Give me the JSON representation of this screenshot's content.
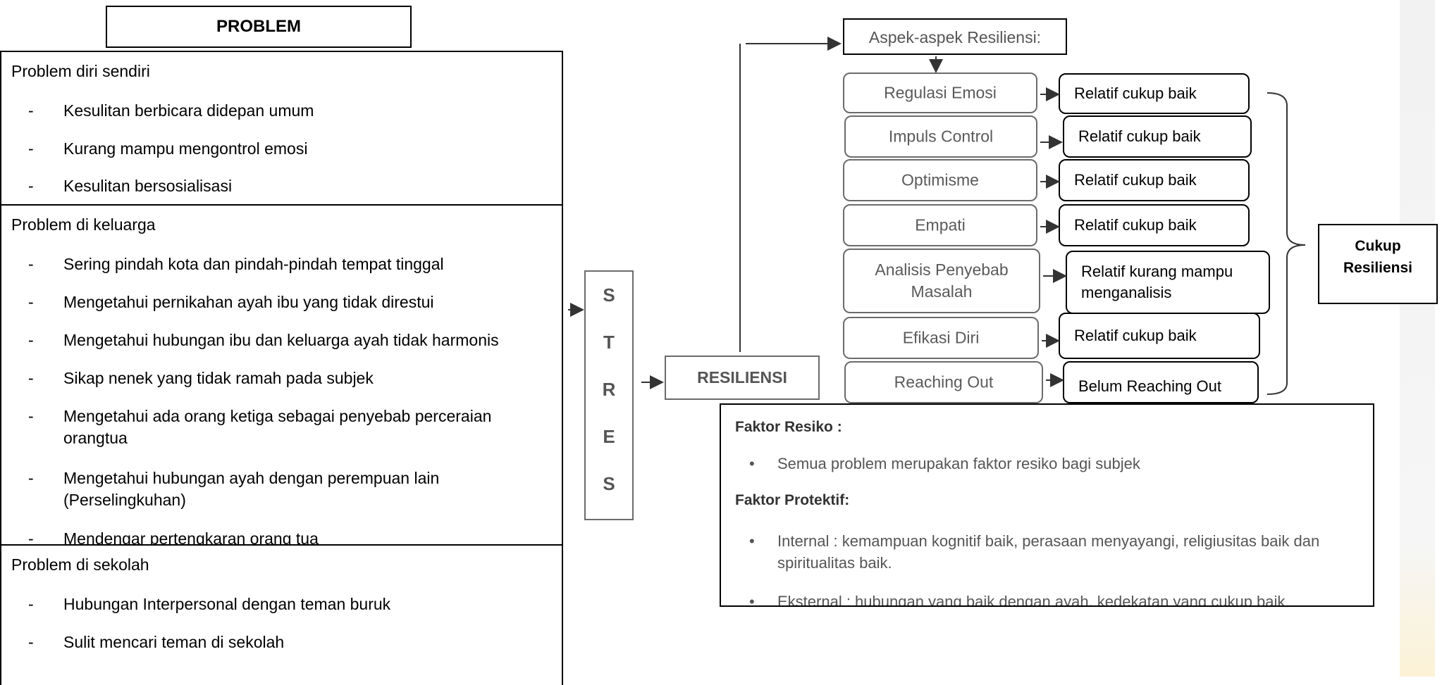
{
  "problem_header": "PROBLEM",
  "sections": [
    {
      "title": "Problem diri sendiri",
      "items": [
        "Kesulitan berbicara didepan umum",
        "Kurang mampu mengontrol emosi",
        "Kesulitan bersosialisasi"
      ]
    },
    {
      "title": "Problem di keluarga",
      "items": [
        "Sering pindah kota dan pindah-pindah tempat tinggal",
        "Mengetahui pernikahan ayah ibu yang tidak direstui",
        "Mengetahui hubungan ibu dan keluarga ayah tidak harmonis",
        "Sikap nenek yang tidak ramah pada subjek",
        "Mengetahui ada orang ketiga sebagai penyebab perceraian orangtua",
        "Mengetahui hubungan ayah dengan perempuan lain (Perselingkuhan)",
        "Mendengar pertengkaran orang tua"
      ]
    },
    {
      "title": "Problem di sekolah",
      "items": [
        "Hubungan Interpersonal dengan teman buruk",
        "Sulit mencari teman di sekolah"
      ]
    }
  ],
  "stres_letters": [
    "S",
    "T",
    "R",
    "E",
    "S"
  ],
  "resiliensi_label": "RESILIENSI",
  "aspek_header": "Aspek-aspek Resiliensi:",
  "aspects": [
    {
      "name": "Regulasi Emosi",
      "value": "Relatif  cukup baik"
    },
    {
      "name": "Impuls Control",
      "value": "Relatif  cukup baik"
    },
    {
      "name": "Optimisme",
      "value": "Relatif cukup baik"
    },
    {
      "name": "Empati",
      "value": "Relatif cukup baik"
    },
    {
      "name": "Analisis Penyebab Masalah",
      "value": "Relatif  kurang mampu menganalisis"
    },
    {
      "name": "Efikasi Diri",
      "value": "Relatif cukup baik"
    },
    {
      "name": "Reaching Out",
      "value": "Belum Reaching Out"
    }
  ],
  "conclusion": "Cukup Resiliensi",
  "factors": {
    "resiko_title": "Faktor Resiko :",
    "resiko_items": [
      "Semua problem merupakan faktor resiko bagi subjek"
    ],
    "protektif_title": "Faktor Protektif:",
    "protektif_items": [
      "Internal : kemampuan kognitif baik, perasaan menyayangi, religiusitas baik dan spiritualitas baik.",
      "Eksternal : hubungan yang baik dengan ayah, kedekatan yang cukup baik"
    ]
  }
}
